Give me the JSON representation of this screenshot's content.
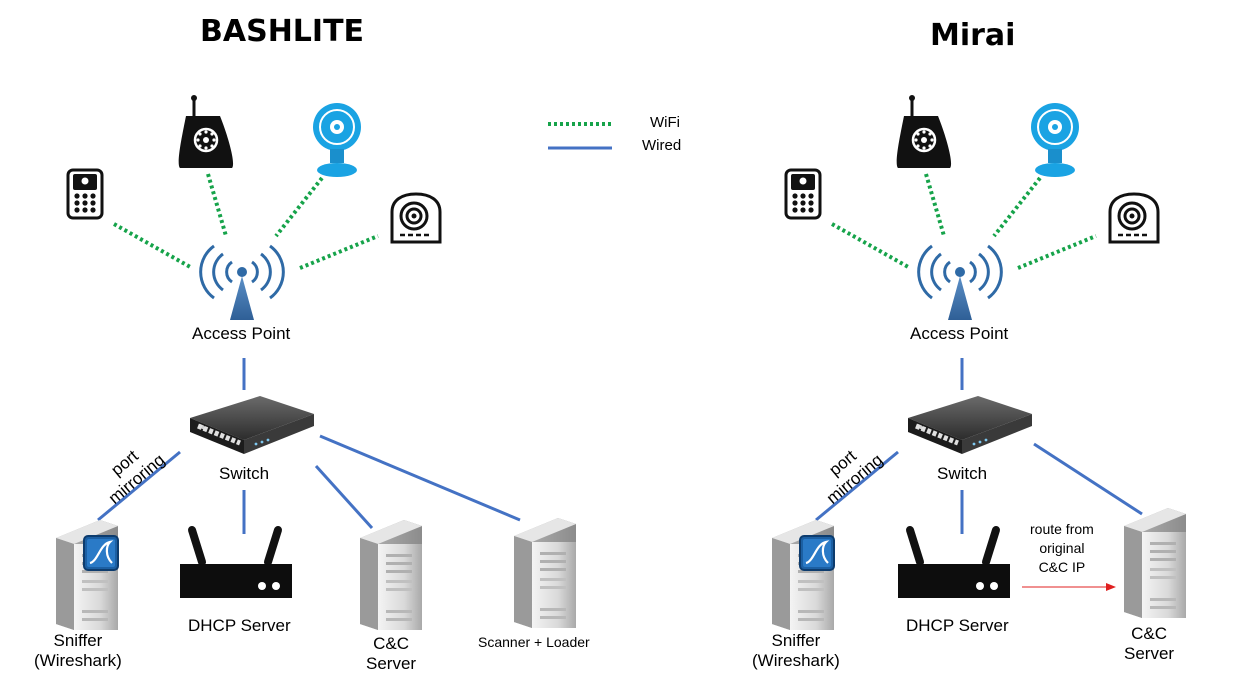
{
  "legend": {
    "wifi_label": "WiFi",
    "wired_label": "Wired",
    "wifi_color": "#16a34a",
    "wired_color": "#4472c4"
  },
  "panels": {
    "bashlite": {
      "title": "BASHLITE",
      "access_point": "Access Point",
      "switch": "Switch",
      "port_mirroring": [
        "port",
        "mirroring"
      ],
      "sniffer": [
        "Sniffer",
        "(Wireshark)"
      ],
      "dhcp": "DHCP Server",
      "cnc": [
        "C&C",
        "Server"
      ],
      "scanner": "Scanner + Loader"
    },
    "mirai": {
      "title": "Mirai",
      "access_point": "Access Point",
      "switch": "Switch",
      "port_mirroring": [
        "port",
        "mirroring"
      ],
      "sniffer": [
        "Sniffer",
        "(Wireshark)"
      ],
      "dhcp": "DHCP Server",
      "cnc": [
        "C&C",
        "Server"
      ],
      "route_note": [
        "route from",
        "original",
        "C&C IP"
      ]
    }
  },
  "icons": [
    "doorbell-icon",
    "baby-monitor-icon",
    "webcam-icon",
    "security-camera-icon",
    "wifi-access-point-icon",
    "network-switch-icon",
    "server-tower-icon",
    "wireshark-icon",
    "router-icon"
  ]
}
